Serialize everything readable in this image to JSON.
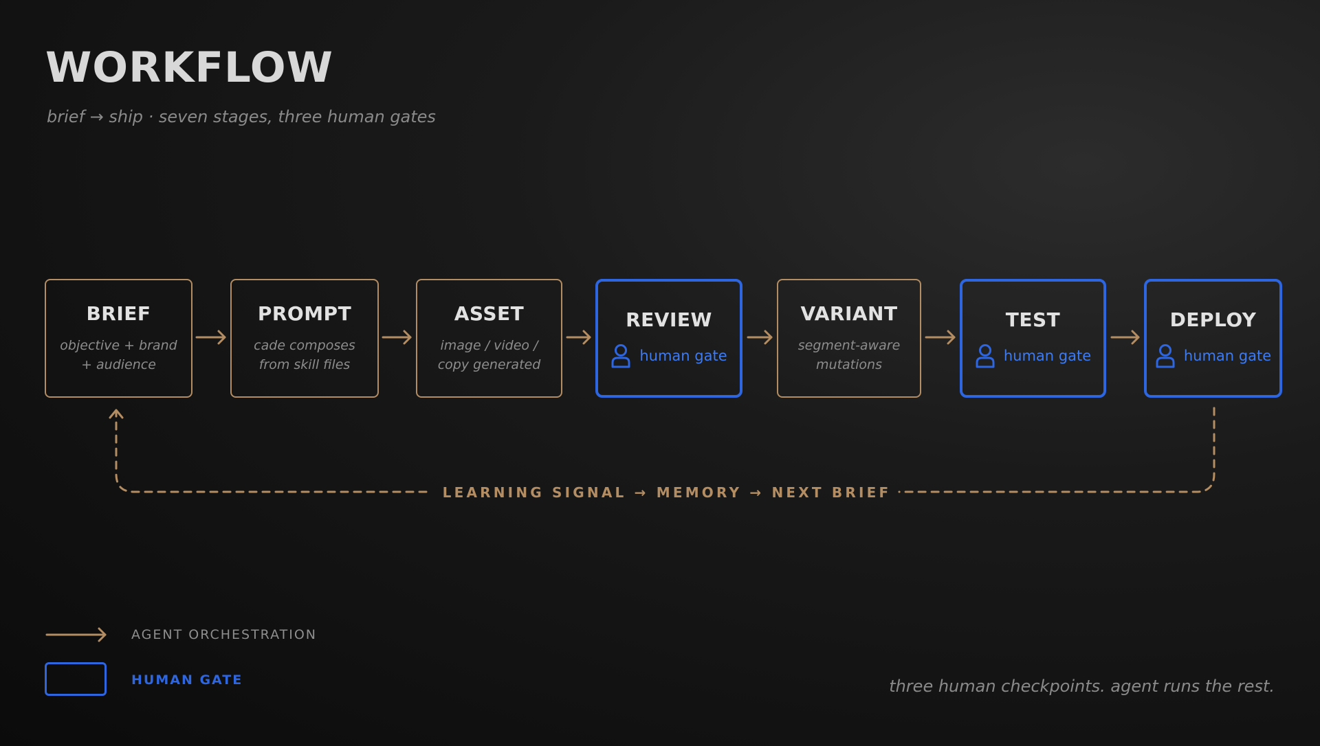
{
  "header": {
    "title": "WORKFLOW",
    "subtitle": "brief → ship · seven stages, three human gates"
  },
  "stages": [
    {
      "name": "BRIEF",
      "description": "objective + brand\n+ audience",
      "type": "agent"
    },
    {
      "name": "PROMPT",
      "description": "cade composes\nfrom skill files",
      "type": "agent"
    },
    {
      "name": "ASSET",
      "description": "image / video /\ncopy generated",
      "type": "agent"
    },
    {
      "name": "REVIEW",
      "gate_label": "human gate",
      "type": "human-gate",
      "icon": "person-icon"
    },
    {
      "name": "VARIANT",
      "description": "segment-aware\nmutations",
      "type": "agent"
    },
    {
      "name": "TEST",
      "gate_label": "human gate",
      "type": "human-gate",
      "icon": "person-icon"
    },
    {
      "name": "DEPLOY",
      "gate_label": "human gate",
      "type": "human-gate",
      "icon": "person-icon"
    }
  ],
  "feedback_loop": {
    "label": "LEARNING SIGNAL → MEMORY → NEXT BRIEF",
    "from": "DEPLOY",
    "to": "BRIEF"
  },
  "legend": {
    "agent_label": "AGENT ORCHESTRATION",
    "gate_label": "HUMAN GATE"
  },
  "footer": {
    "note": "three human checkpoints. agent runs the rest."
  },
  "colors": {
    "agent": "#b48d62",
    "gate": "#2e66e0",
    "gate_text": "#3f7bf0",
    "background": "#0b0b0b"
  }
}
